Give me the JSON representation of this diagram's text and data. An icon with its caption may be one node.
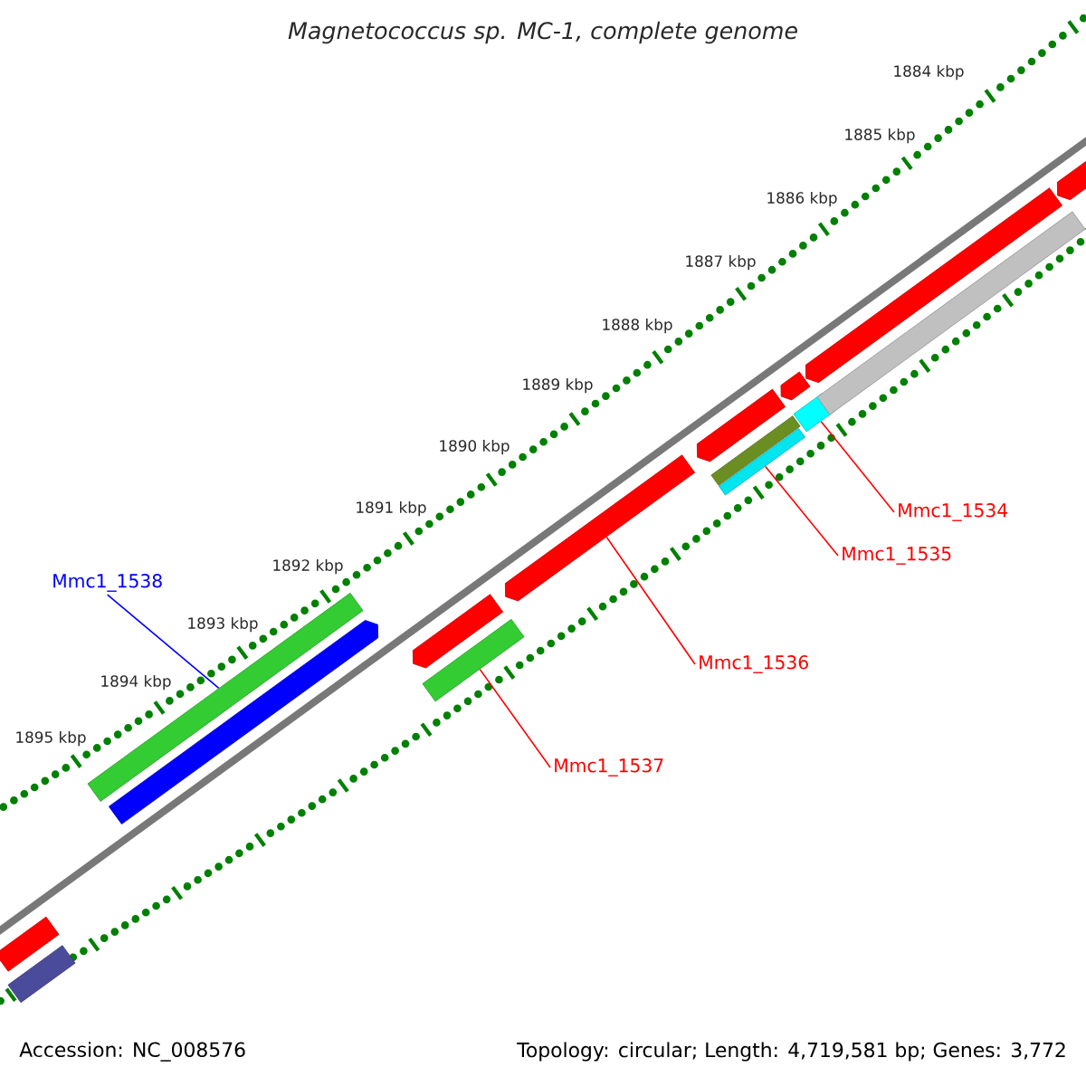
{
  "diagram": {
    "title": "Magnetococcus sp. MC-1, complete genome",
    "nodes": [
      {
        "text": [
          "Mmc1_1534"
        ]
      },
      {
        "text": [
          "Mmc1_1535"
        ]
      },
      {
        "text": [
          "Mmc1_1538"
        ]
      },
      {
        "text": [
          "Mmc1_1536"
        ]
      },
      {
        "text": [
          "Mmc1_1537"
        ]
      },
      {
        "text": [],
        "shape": "bar"
      },
      {
        "text": [],
        "shape": "bar"
      },
      {
        "text": [],
        "shape": "bar"
      },
      {
        "text": [],
        "shape": "bar"
      },
      {
        "text": [],
        "shape": "bar"
      },
      {
        "text": [],
        "shape": "bar"
      },
      {
        "text": [],
        "shape": "bar"
      },
      {
        "text": [],
        "shape": "bar"
      },
      {
        "text": [],
        "shape": "bar"
      },
      {
        "text": [],
        "shape": "bar"
      },
      {
        "text": [],
        "shape": "bar"
      },
      {
        "text": [],
        "shape": "bar"
      },
      {
        "text": [],
        "shape": "bar"
      },
      {
        "text": [],
        "shape": "bar"
      },
      {
        "text": [],
        "shape": "bar"
      }
    ],
    "edges": [
      {
        "from": 0,
        "to": 16,
        "arrow": "none"
      },
      {
        "from": 1,
        "to": 14,
        "arrow": "none"
      },
      {
        "from": 2,
        "to": 7,
        "arrow": "none",
        "color": "#0000ff"
      },
      {
        "from": 3,
        "to": 11,
        "arrow": "none"
      },
      {
        "from": 4,
        "to": 10,
        "arrow": "none"
      }
    ],
    "labels": [
      "1884 kbp",
      "1885 kbp",
      "1886 kbp",
      "1887 kbp",
      "1888 kbp",
      "1889 kbp",
      "1890 kbp",
      "1891 kbp",
      "1892 kbp",
      "1893 kbp",
      "1894 kbp",
      "1895 kbp",
      "Accession: NC_008576",
      "Topology: circular; Length: 4,719,581 bp; Genes: 3,772"
    ]
  }
}
